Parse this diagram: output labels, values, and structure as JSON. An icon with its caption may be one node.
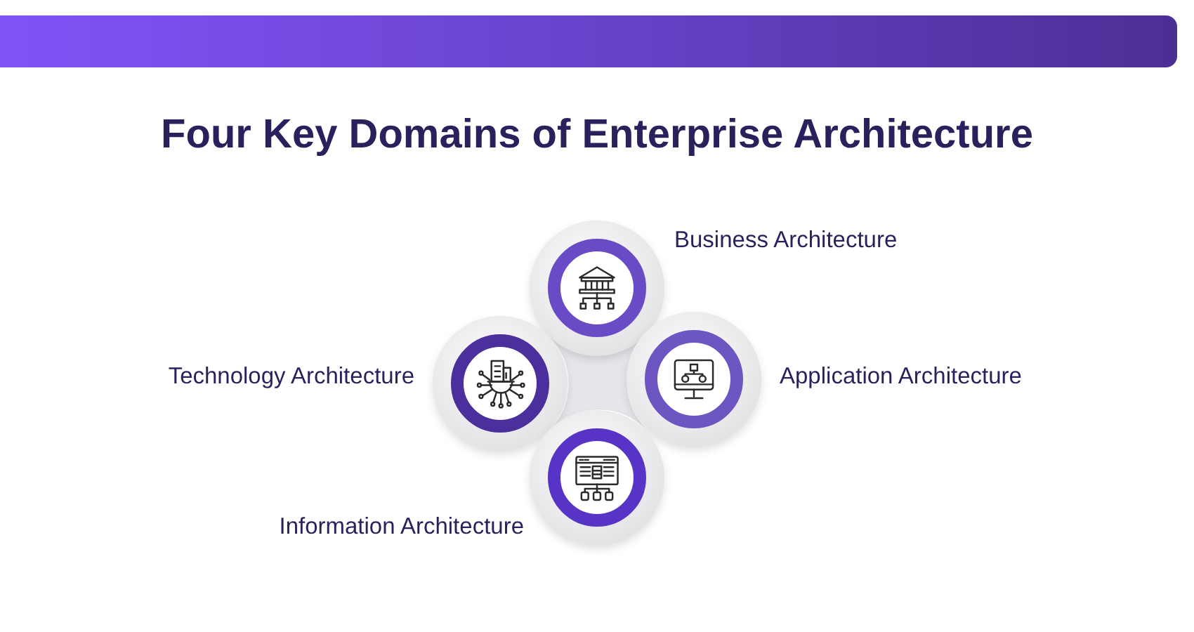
{
  "diagram": {
    "title": "Four Key Domains of Enterprise Architecture",
    "nodes": [
      {
        "text": [
          "Business Architecture"
        ]
      },
      {
        "text": [
          "Technology Architecture"
        ]
      },
      {
        "text": [
          "Application Architecture"
        ]
      },
      {
        "text": [
          "Information Architecture"
        ]
      }
    ],
    "edges": []
  }
}
